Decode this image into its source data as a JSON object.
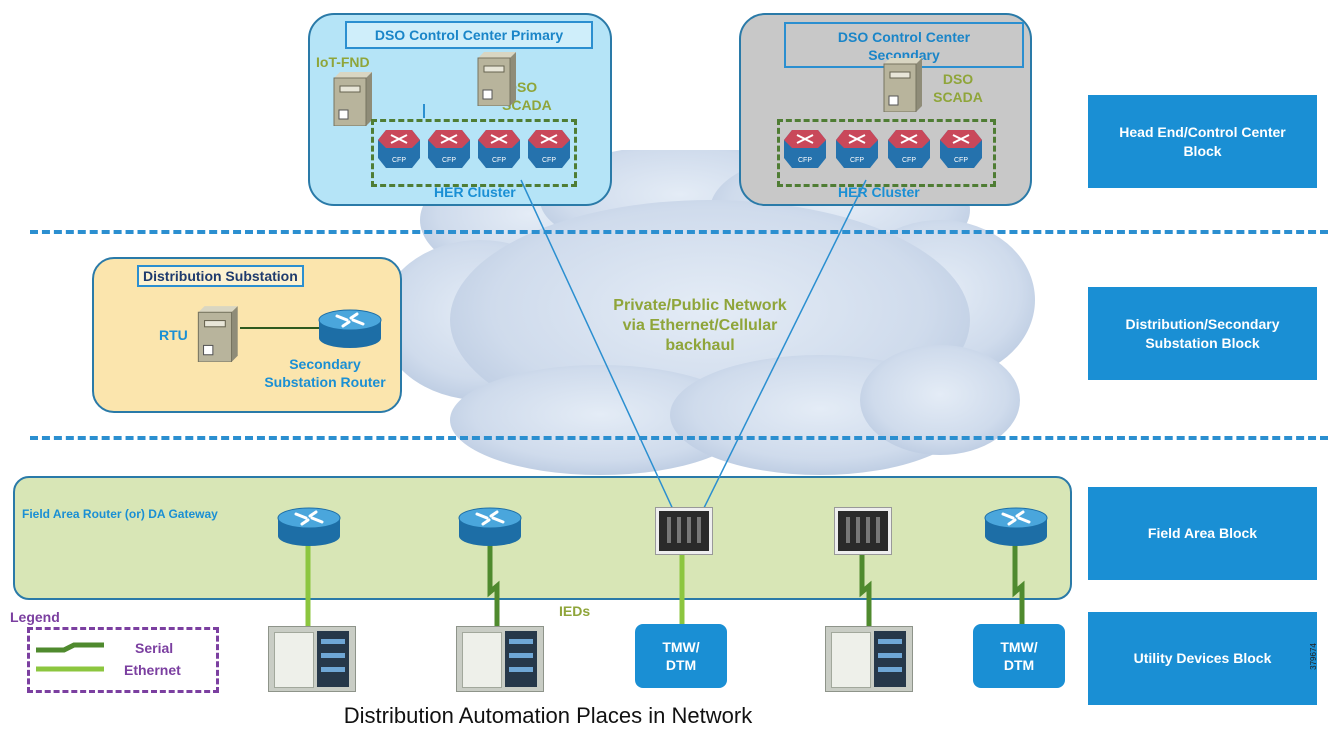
{
  "title": "Distribution Automation Places in Network",
  "figure_id": "379674",
  "blocks": {
    "head_end": "Head End/Control Center\nBlock",
    "distribution": "Distribution/Secondary\nSubstation Block",
    "field_area": "Field Area Block",
    "utility_devices": "Utility Devices Block"
  },
  "primary_center": {
    "title": "DSO Control Center Primary",
    "iot_fnd": "IoT-FND",
    "scada_line1": "DSO",
    "scada_line2": "SCADA",
    "her_cluster": "HER Cluster"
  },
  "secondary_center": {
    "title": "DSO Control Center\nSecondary",
    "scada_line1": "DSO",
    "scada_line2": "SCADA",
    "her_cluster": "HER Cluster"
  },
  "router_label": "CFP",
  "substation": {
    "title": "Distribution Substation",
    "rtu": "RTU",
    "router_line1": "Secondary",
    "router_line2": "Substation Router"
  },
  "network": {
    "line1": "Private/Public Network",
    "line2": "via Ethernet/Cellular",
    "line3": "backhaul"
  },
  "field_area": {
    "label": "Field Area Router (or) DA Gateway"
  },
  "ieds": "IEDs",
  "tmw": "TMW/\nDTM",
  "legend": {
    "title": "Legend",
    "serial": "Serial",
    "ethernet": "Ethernet"
  },
  "colors": {
    "block_blue": "#1a8fd4",
    "olive_text": "#8fa53a",
    "legend_purple": "#7b3fa0",
    "serial_green": "#4f8a2e",
    "ethernet_green": "#8cc63f"
  }
}
